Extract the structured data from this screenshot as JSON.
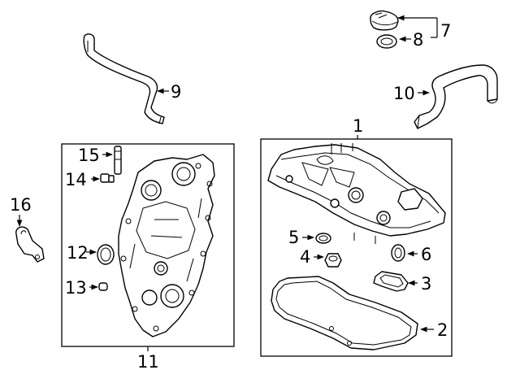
{
  "callouts": {
    "c1": "1",
    "c2": "2",
    "c3": "3",
    "c4": "4",
    "c5": "5",
    "c6": "6",
    "c7": "7",
    "c8": "8",
    "c9": "9",
    "c10": "10",
    "c11": "11",
    "c12": "12",
    "c13": "13",
    "c14": "14",
    "c15": "15",
    "c16": "16"
  },
  "colors": {
    "line": "#000000",
    "background": "#ffffff"
  },
  "parts": [
    "breather-tube-9",
    "pcv-hose-10",
    "oil-filler-cap-7",
    "cap-seal-8",
    "valve-cover-1",
    "cover-gasket-2",
    "gasket-3",
    "stud-4",
    "seal-5",
    "seal-6",
    "timing-cover-11",
    "seal-12",
    "plug-13",
    "bolt-14",
    "stud-15",
    "bracket-16"
  ]
}
